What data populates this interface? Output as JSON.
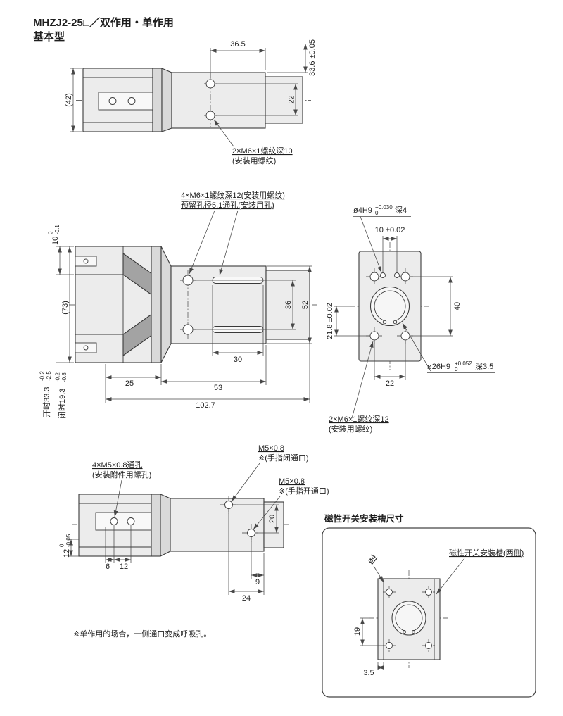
{
  "colors": {
    "line": "#3a3a3a",
    "dim": "#474747",
    "part-fill": "#ececec",
    "part-fill-mid": "#d9d9d9",
    "part-fill-dark": "#a3a3a3",
    "text": "#1e1e1e",
    "bg": "#ffffff"
  },
  "header": {
    "title": "MHZJ2-25□／双作用・单作用",
    "subtitle": "基本型"
  },
  "view_top": {
    "dim_36_5": "36.5",
    "dim_33_6": "33.6 ±0.05",
    "dim_42": "(42)",
    "dim_22": "22",
    "note_thread_l1": "2×M6×1螺纹深10",
    "note_thread_l2": "(安装用螺纹)"
  },
  "view_front": {
    "note_l1": "4×M6×1螺纹深12(安装用螺纹)",
    "note_l2": "预留孔径5.1通孔(安装用孔)",
    "dim_10": "10",
    "dim_10_tu": "0",
    "dim_10_tl": "-0.1",
    "dim_73": "(73)",
    "dim_36": "36",
    "dim_52": "52",
    "dim_30": "30",
    "dim_25": "25",
    "dim_53": "53",
    "dim_102_7": "102.7",
    "dim_open": "开时33.3",
    "dim_open_tu": "-0.2",
    "dim_open_tl": "-2.5",
    "dim_closed": "闭时19.3",
    "dim_closed_tu": "-0.2",
    "dim_closed_tl": "-0.8"
  },
  "view_end": {
    "pin_label": "ø4H9",
    "pin_tu": "+0.030",
    "pin_tl": "0",
    "pin_suffix": "深4",
    "dim_10": "10 ±0.02",
    "dim_40": "40",
    "dim_21_8": "21.8 ±0.02",
    "dim_22": "22",
    "bore_label": "ø26H9",
    "bore_tu": "+0.052",
    "bore_tl": "0",
    "bore_suffix": "深3.5",
    "note_thread_l1": "2×M6×1螺纹深12",
    "note_thread_l2": "(安装用螺纹)"
  },
  "view_bottom": {
    "port_close_l1": "M5×0.8",
    "port_close_l2": "※(手指闭通口)",
    "port_open_l1": "M5×0.8",
    "port_open_l2": "※(手指开通口)",
    "mount_l1": "4×M5×0.8通孔",
    "mount_l2": "(安装附件用螺孔)",
    "dim_20": "20",
    "dim_12v": "12",
    "dim_12v_tu": "0",
    "dim_12v_tl": "-0.05",
    "dim_6": "6",
    "dim_12h": "12",
    "dim_9": "9",
    "dim_24": "24",
    "footnote": "※单作用的场合，一侧通口变成呼吸孔。"
  },
  "switch_panel": {
    "title": "磁性开关安装槽尺寸",
    "groove_note": "磁性开关安装槽(两侧)",
    "dia_label": "ø4",
    "dim_19": "19",
    "dim_3_5": "3.5"
  }
}
